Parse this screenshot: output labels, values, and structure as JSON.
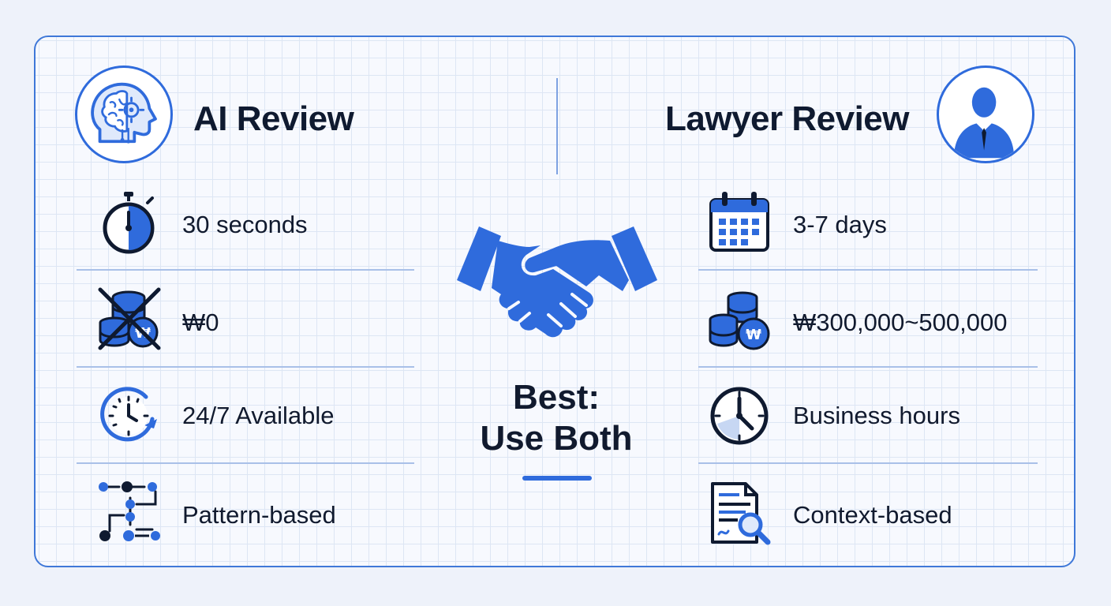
{
  "colors": {
    "accent": "#2f6bdc",
    "dark": "#0f1a30",
    "card_border": "#3f78d8",
    "grid": "#dde6f4"
  },
  "left_column": {
    "title": "AI Review",
    "avatar_icon": "ai-head-icon",
    "rows": [
      {
        "icon": "stopwatch-icon",
        "text": "30 seconds"
      },
      {
        "icon": "crossed-coins-icon",
        "text": "₩0"
      },
      {
        "icon": "clock-refresh-icon",
        "text": "24/7 Available"
      },
      {
        "icon": "pattern-nodes-icon",
        "text": "Pattern-based"
      }
    ]
  },
  "right_column": {
    "title": "Lawyer Review",
    "avatar_icon": "lawyer-person-icon",
    "rows": [
      {
        "icon": "calendar-icon",
        "text": "3-7 days"
      },
      {
        "icon": "coins-won-icon",
        "text": "₩300,000~500,000"
      },
      {
        "icon": "clock-icon",
        "text": "Business hours"
      },
      {
        "icon": "document-search-icon",
        "text": "Context-based"
      }
    ]
  },
  "center": {
    "icon": "handshake-icon",
    "line1": "Best:",
    "line2": "Use Both"
  }
}
